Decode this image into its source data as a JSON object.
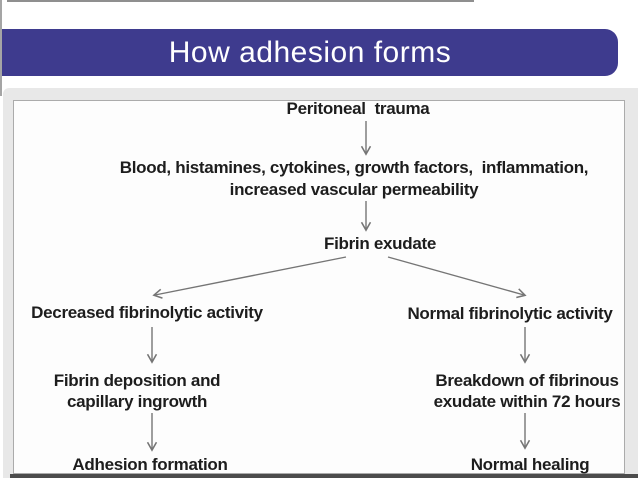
{
  "slide": {
    "title": "How adhesion forms"
  },
  "colors": {
    "banner_bg": "#3e3b8e",
    "banner_text": "#ffffff",
    "frame_bg": "#e8e8e8",
    "canvas_bg": "#fdfdfd",
    "canvas_border": "#ababab",
    "label_text": "#1d1d1d",
    "arrow": "#757575",
    "bottom_bar": "#4c4c4c",
    "top_hairline": "#8f8f8f",
    "left_hairline": "#a5a5a5"
  },
  "flowchart": {
    "nodes": {
      "trauma": {
        "label": "Peritoneal  trauma"
      },
      "mediators": {
        "label": "Blood, histamines, cytokines, growth factors,  inflammation,\nincreased vascular permeability"
      },
      "fibrin_exudate": {
        "label": "Fibrin exudate"
      },
      "decreased_activity": {
        "label": "Decreased fibrinolytic activity"
      },
      "normal_activity": {
        "label": "Normal fibrinolytic activity"
      },
      "fibrin_deposition": {
        "label": "Fibrin deposition and\ncapillary ingrowth"
      },
      "breakdown": {
        "label": "Breakdown of fibrinous\nexudate within 72 hours"
      },
      "adhesion_formation": {
        "label": "Adhesion formation"
      },
      "normal_healing": {
        "label": "Normal healing"
      }
    },
    "edges": [
      {
        "from": "trauma",
        "to": "mediators"
      },
      {
        "from": "mediators",
        "to": "fibrin_exudate"
      },
      {
        "from": "fibrin_exudate",
        "to": "decreased_activity"
      },
      {
        "from": "fibrin_exudate",
        "to": "normal_activity"
      },
      {
        "from": "decreased_activity",
        "to": "fibrin_deposition"
      },
      {
        "from": "normal_activity",
        "to": "breakdown"
      },
      {
        "from": "fibrin_deposition",
        "to": "adhesion_formation"
      },
      {
        "from": "breakdown",
        "to": "normal_healing"
      }
    ]
  }
}
